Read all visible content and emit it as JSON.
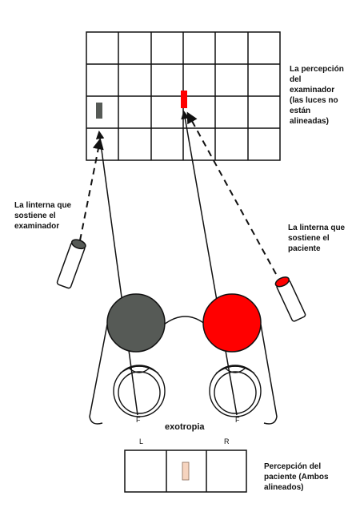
{
  "labels": {
    "examiner_perception": "La percepción\ndel\nexaminador\n(las luces no\nestán\nalineadas)",
    "examiner_flashlight": "La linterna que\nsostiene el\nexaminador",
    "patient_flashlight": "La linterna que\nsostiene el\npaciente",
    "condition": "exotropia",
    "patient_perception": "Percepción del\npaciente (Ambos\nalineados)",
    "fixation_left": "F",
    "fixation_right": "F",
    "side_left": "L",
    "side_right": "R"
  },
  "colors": {
    "left_light": "#565a56",
    "right_light": "#ff0000",
    "patient_light_box": "#f6d4bf",
    "lines": "#111111"
  }
}
